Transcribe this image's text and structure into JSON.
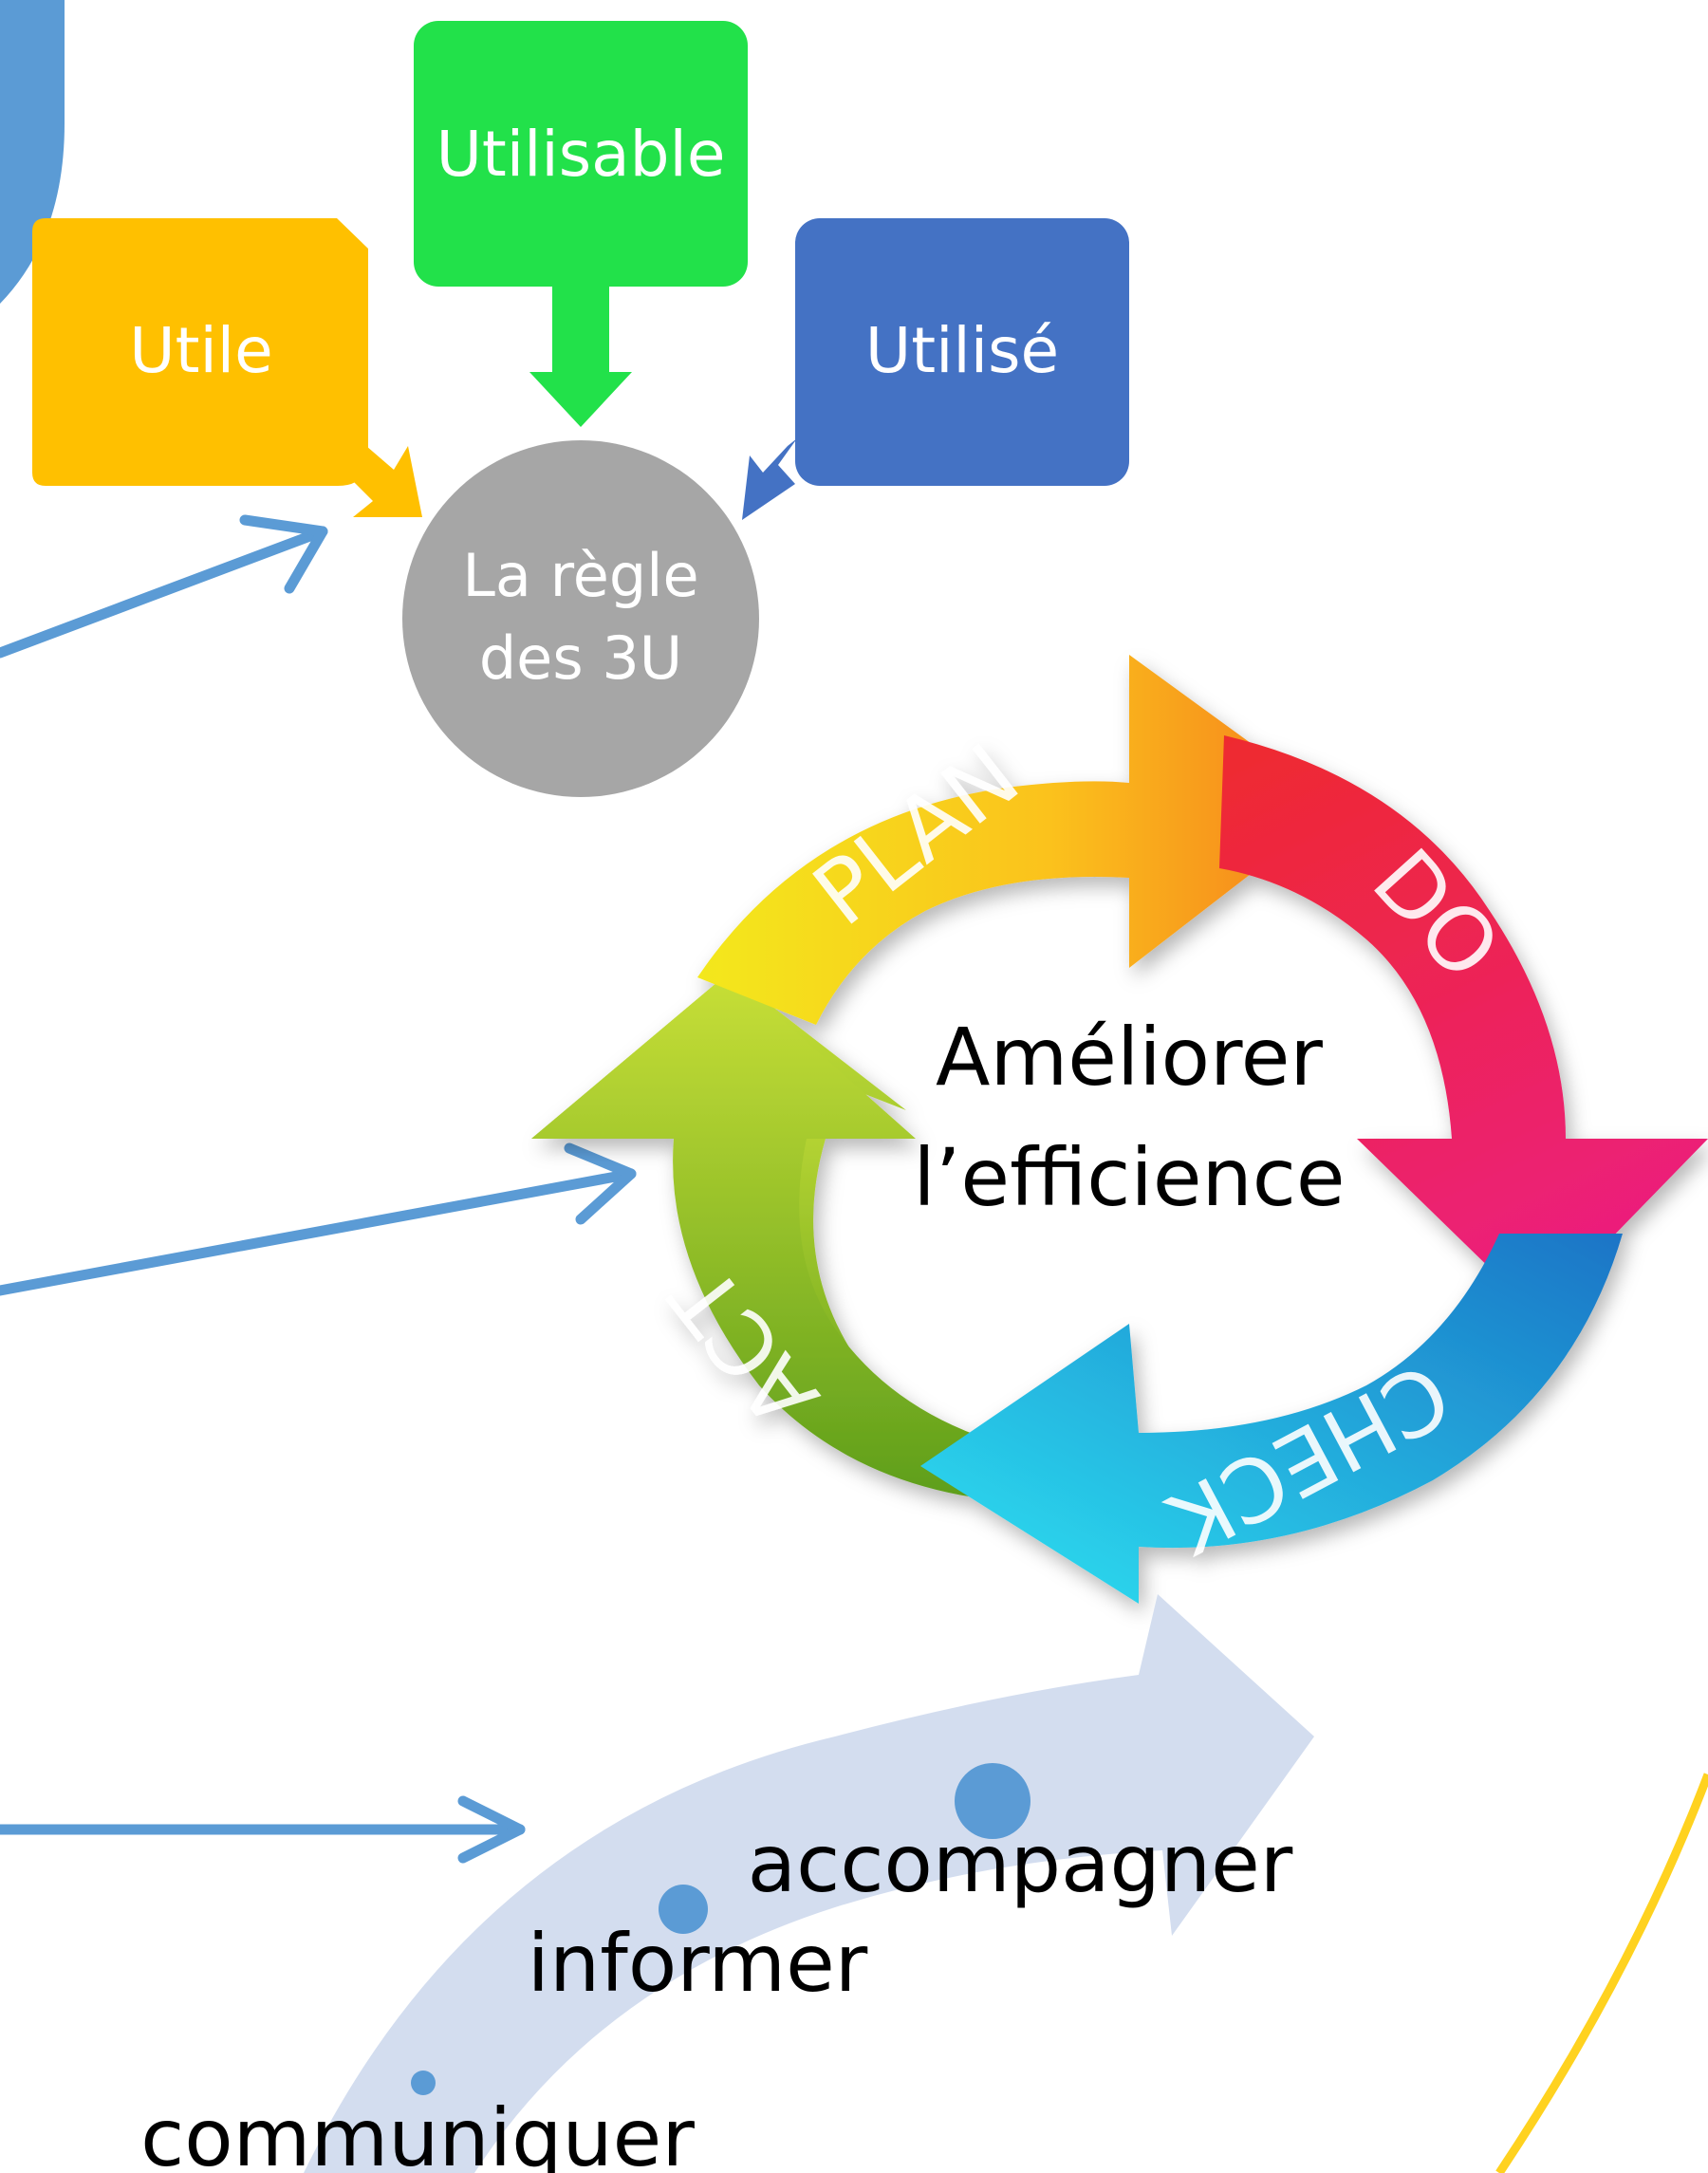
{
  "three_u": {
    "utile": "Utile",
    "utilisable": "Utilisable",
    "utilise": "Utilisé",
    "center_line1": "La règle",
    "center_line2": "des 3U"
  },
  "pdca": {
    "plan": "PLAN",
    "do": "DO",
    "check": "CHECK",
    "act": "ACT",
    "center_line1": "Améliorer",
    "center_line2": "l’efficience"
  },
  "path": {
    "step1": "communiquer",
    "step2": "informer",
    "step3": "accompagner"
  },
  "colors": {
    "utile": "#FFC000",
    "utilisable": "#22E14A",
    "utilise": "#4472C4",
    "center": "#A6A6A6",
    "connector": "#5B9BD5",
    "path_band": "#D3DDEF",
    "yellow_curve": "#FFD21F"
  }
}
